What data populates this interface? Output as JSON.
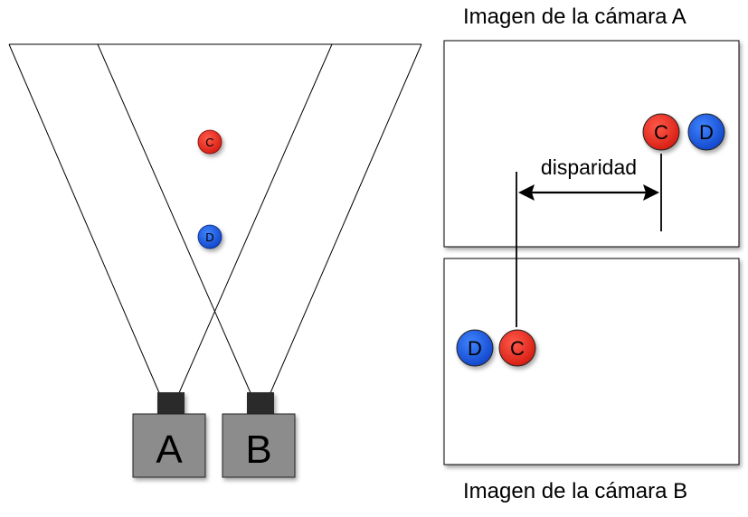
{
  "panel_a": {
    "title": "Imagen de la cámara A"
  },
  "panel_b": {
    "title": "Imagen de la cámara B"
  },
  "disparity": {
    "label": "disparidad"
  },
  "cameras": {
    "a_label": "A",
    "b_label": "B"
  },
  "points": {
    "c_label": "C",
    "d_label": "D",
    "c_color": "#e8261b",
    "d_color": "#1a5ee8"
  },
  "colors": {
    "camera_body": "#8c8c8c",
    "camera_lens": "#2a2a2a",
    "stroke": "#000000"
  }
}
